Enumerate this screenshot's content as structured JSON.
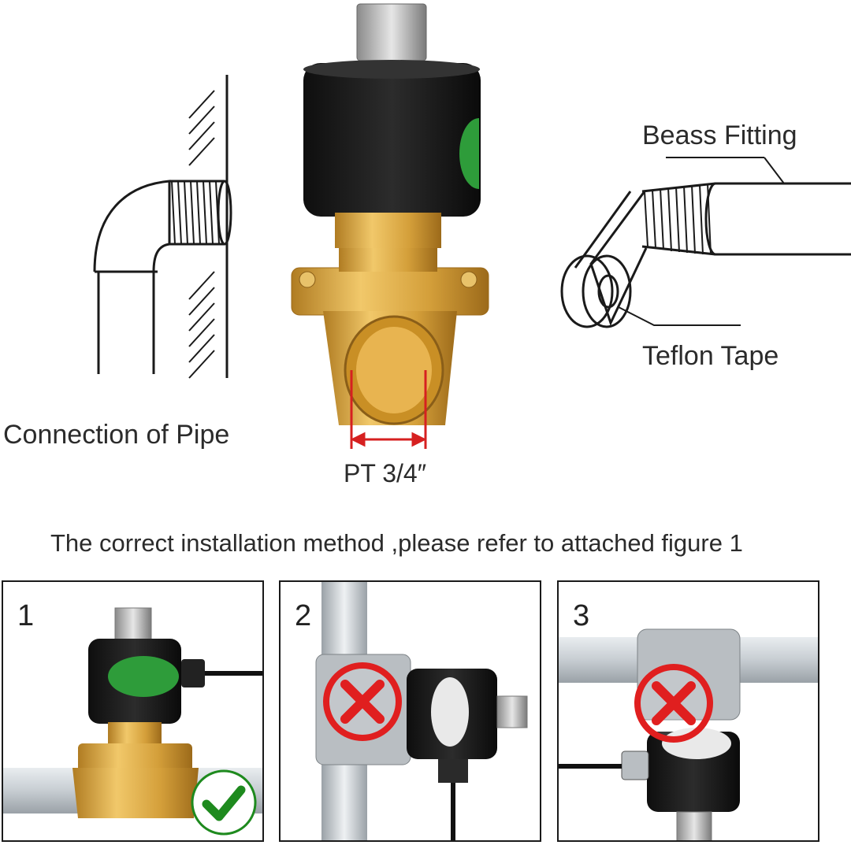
{
  "labels": {
    "connection": "Connection of Pipe",
    "size": "PT 3/4″",
    "fitting": "Beass Fitting",
    "tape": "Teflon Tape"
  },
  "caption": "The correct installation method ,please refer to attached figure 1",
  "panels": [
    {
      "number": "1",
      "status": "correct",
      "status_icon": "check-icon"
    },
    {
      "number": "2",
      "status": "incorrect",
      "status_icon": "cross-icon"
    },
    {
      "number": "3",
      "status": "incorrect",
      "status_icon": "cross-icon"
    }
  ],
  "colors": {
    "brass": "#d9a63c",
    "coil": "#1c1c1c",
    "dimension": "#d62020",
    "check": "#1e8a1e",
    "cross": "#e01f1f"
  }
}
